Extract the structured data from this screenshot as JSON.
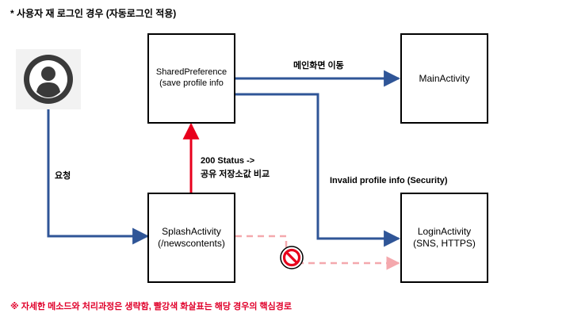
{
  "title": "* 사용자 재 로그인 경우 (자동로그인 적용)",
  "nodes": {
    "shared_preference": {
      "line1": "SharedPreference",
      "line2": "(save profile info"
    },
    "main_activity": {
      "line1": "MainActivity"
    },
    "splash_activity": {
      "line1": "SplashActivity",
      "line2": "(/newscontents)"
    },
    "login_activity": {
      "line1": "LoginActivity",
      "line2": "(SNS, HTTPS)"
    }
  },
  "edge_labels": {
    "request": "요청",
    "status_line1": "200 Status ->",
    "status_line2": "공유 저장소값 비교",
    "to_main": "메인화면 이동",
    "invalid": "Invalid profile info (Security)"
  },
  "footer": "※ 자세한 메소드와 처리과정은 생략함, 빨강색 화살표는 해당 경우의 핵심경로",
  "icons": {
    "user": "user-avatar-icon",
    "blocked": "prohibited-icon"
  },
  "colors": {
    "flow": "#2f5597",
    "core_path": "#e8001c",
    "blocked_path": "#f4a8ad",
    "box_border": "#000000"
  }
}
